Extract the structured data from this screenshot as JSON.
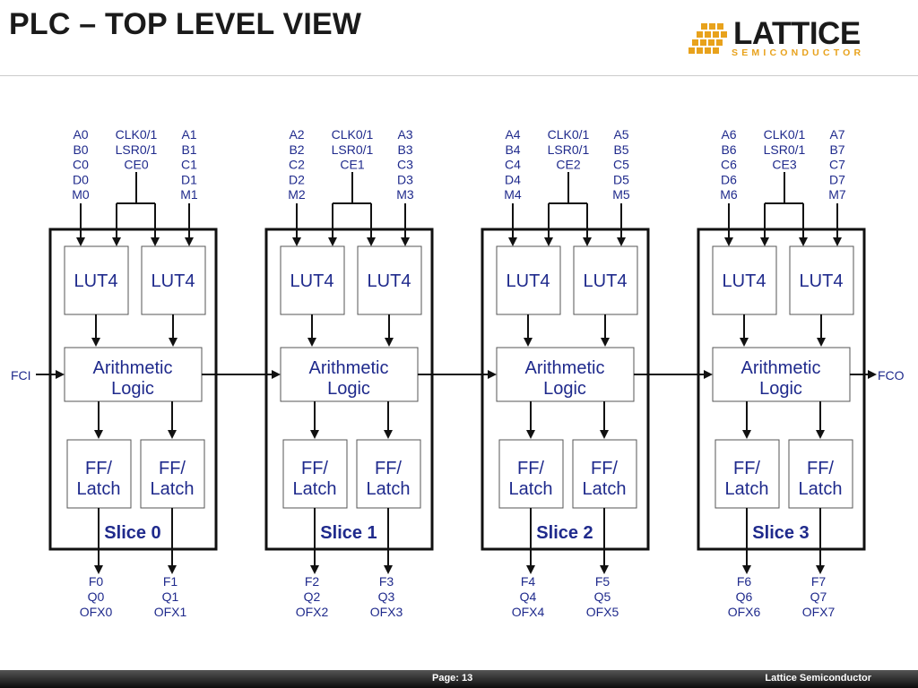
{
  "header": {
    "title": "PLC – TOP LEVEL VIEW",
    "logo": {
      "wordmark": "LATTICE",
      "subtitle": "SEMICONDUCTOR",
      "icon": "lattice-grid-logo-icon"
    }
  },
  "colors": {
    "text_blue": "#1f2a8c",
    "line": "#111111",
    "box_border": "#555555",
    "logo_gold": "#e8a21c"
  },
  "diagram": {
    "fci_label": "FCI",
    "fco_label": "FCO",
    "slices": [
      {
        "name": "Slice 0",
        "inputs_left": [
          "A0",
          "B0",
          "C0",
          "D0",
          "M0"
        ],
        "inputs_center": [
          "CLK0/1",
          "LSR0/1",
          "CE0"
        ],
        "inputs_right": [
          "A1",
          "B1",
          "C1",
          "D1",
          "M1"
        ],
        "lut_labels": [
          "LUT4",
          "LUT4"
        ],
        "arith_label": [
          "Arithmetic",
          "Logic"
        ],
        "ff_labels": [
          [
            "FF/",
            "Latch"
          ],
          [
            "FF/",
            "Latch"
          ]
        ],
        "outputs_left": [
          "F0",
          "Q0",
          "OFX0"
        ],
        "outputs_right": [
          "F1",
          "Q1",
          "OFX1"
        ]
      },
      {
        "name": "Slice 1",
        "inputs_left": [
          "A2",
          "B2",
          "C2",
          "D2",
          "M2"
        ],
        "inputs_center": [
          "CLK0/1",
          "LSR0/1",
          "CE1"
        ],
        "inputs_right": [
          "A3",
          "B3",
          "C3",
          "D3",
          "M3"
        ],
        "lut_labels": [
          "LUT4",
          "LUT4"
        ],
        "arith_label": [
          "Arithmetic",
          "Logic"
        ],
        "ff_labels": [
          [
            "FF/",
            "Latch"
          ],
          [
            "FF/",
            "Latch"
          ]
        ],
        "outputs_left": [
          "F2",
          "Q2",
          "OFX2"
        ],
        "outputs_right": [
          "F3",
          "Q3",
          "OFX3"
        ]
      },
      {
        "name": "Slice 2",
        "inputs_left": [
          "A4",
          "B4",
          "C4",
          "D4",
          "M4"
        ],
        "inputs_center": [
          "CLK0/1",
          "LSR0/1",
          "CE2"
        ],
        "inputs_right": [
          "A5",
          "B5",
          "C5",
          "D5",
          "M5"
        ],
        "lut_labels": [
          "LUT4",
          "LUT4"
        ],
        "arith_label": [
          "Arithmetic",
          "Logic"
        ],
        "ff_labels": [
          [
            "FF/",
            "Latch"
          ],
          [
            "FF/",
            "Latch"
          ]
        ],
        "outputs_left": [
          "F4",
          "Q4",
          "OFX4"
        ],
        "outputs_right": [
          "F5",
          "Q5",
          "OFX5"
        ]
      },
      {
        "name": "Slice 3",
        "inputs_left": [
          "A6",
          "B6",
          "C6",
          "D6",
          "M6"
        ],
        "inputs_center": [
          "CLK0/1",
          "LSR0/1",
          "CE3"
        ],
        "inputs_right": [
          "A7",
          "B7",
          "C7",
          "D7",
          "M7"
        ],
        "lut_labels": [
          "LUT4",
          "LUT4"
        ],
        "arith_label": [
          "Arithmetic",
          "Logic"
        ],
        "ff_labels": [
          [
            "FF/",
            "Latch"
          ],
          [
            "FF/",
            "Latch"
          ]
        ],
        "outputs_left": [
          "F6",
          "Q6",
          "OFX6"
        ],
        "outputs_right": [
          "F7",
          "Q7",
          "OFX7"
        ]
      }
    ]
  },
  "footer": {
    "page_label": "Page: 13",
    "company": "Lattice Semiconductor"
  }
}
